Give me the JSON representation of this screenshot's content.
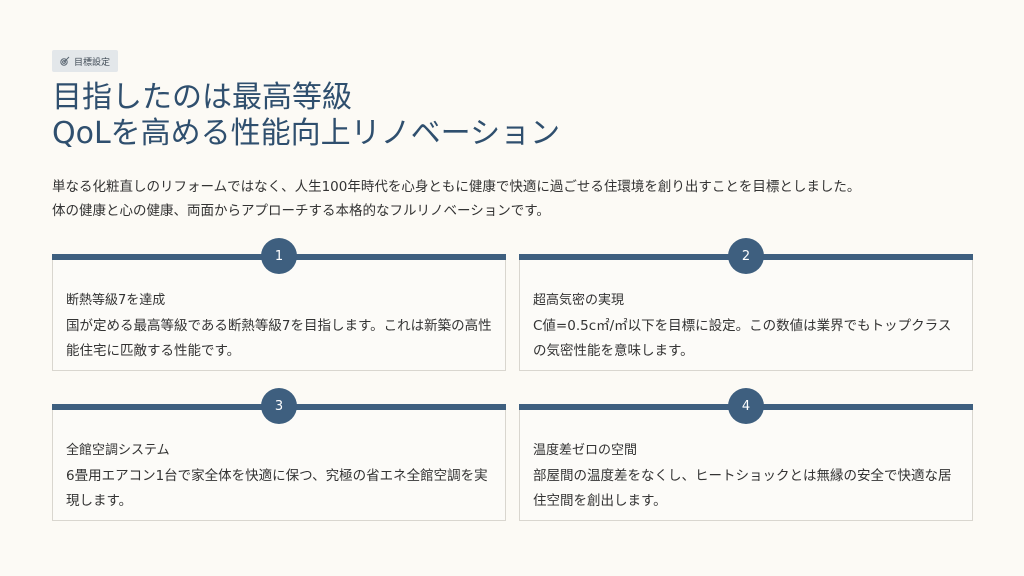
{
  "tag": {
    "label": "目標設定",
    "icon": "target-icon"
  },
  "title": {
    "line1": "目指したのは最高等級",
    "line2": "QoLを高める性能向上リノベーション"
  },
  "description": {
    "line1": "単なる化粧直しのリフォームではなく、人生100年時代を心身ともに健康で快適に過ごせる住環境を創り出すことを目標としました。",
    "line2": "体の健康と心の健康、両面からアプローチする本格的なフルリノベーションです。"
  },
  "colors": {
    "accent": "#3e5f7f",
    "title": "#2f4f6e",
    "background": "#fcfaf5"
  },
  "cards": [
    {
      "number": "1",
      "title": "断熱等級7を達成",
      "body": "国が定める最高等級である断熱等級7を目指します。これは新築の高性能住宅に匹敵する性能です。"
    },
    {
      "number": "2",
      "title": "超高気密の実現",
      "body": "C値=0.5c㎡/㎡以下を目標に設定。この数値は業界でもトップクラスの気密性能を意味します。"
    },
    {
      "number": "3",
      "title": "全館空調システム",
      "body": "6畳用エアコン1台で家全体を快適に保つ、究極の省エネ全館空調を実現します。"
    },
    {
      "number": "4",
      "title": "温度差ゼロの空間",
      "body": "部屋間の温度差をなくし、ヒートショックとは無縁の安全で快適な居住空間を創出します。"
    }
  ]
}
